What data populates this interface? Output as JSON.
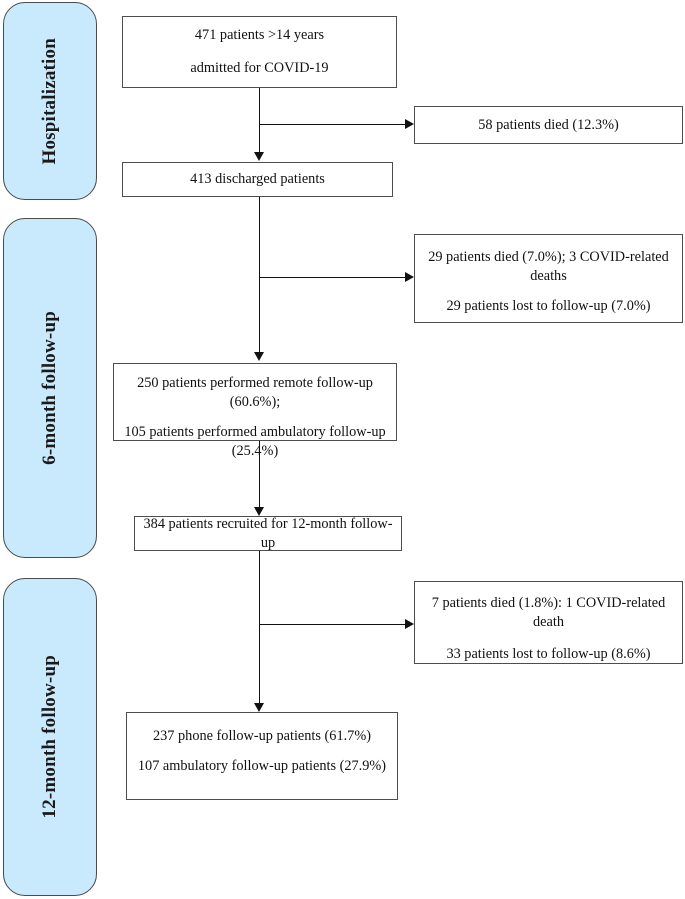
{
  "diagram": {
    "title": "COVID-19 patient follow-up flow diagram",
    "accent_blue": "#c9eafd",
    "border_gray": "#4d4d4d",
    "line_black": "#111111"
  },
  "phases": [
    {
      "id": "hospitalization",
      "label": "Hospitalization"
    },
    {
      "id": "six-month",
      "label": "6-month follow-up"
    },
    {
      "id": "twelve-month",
      "label": "12-month follow-up"
    }
  ],
  "nodes": {
    "enrolled": {
      "line1": "471 patients >14 years",
      "line2": "admitted for COVID-19"
    },
    "died_hospital": {
      "line1": "58 patients died (12.3%)"
    },
    "discharged": {
      "line1": "413 discharged patients"
    },
    "excluded_6m": {
      "line1": "29 patients died (7.0%); 3 COVID-related deaths",
      "line2": "29 patients lost to follow-up (7.0%)"
    },
    "followup_6m": {
      "line1": "250 patients performed remote follow-up (60.6%);",
      "line2": "105 patients performed ambulatory follow-up (25.4%)"
    },
    "recruited_12m": {
      "line1": "384 patients recruited for 12-month follow-up"
    },
    "excluded_12m": {
      "line1": "7 patients died (1.8%): 1 COVID-related death",
      "line2": "33 patients lost to follow-up (8.6%)"
    },
    "followup_12m": {
      "line1": "237 phone follow-up patients (61.7%)",
      "line2": "107 ambulatory follow-up patients (27.9%)"
    }
  }
}
